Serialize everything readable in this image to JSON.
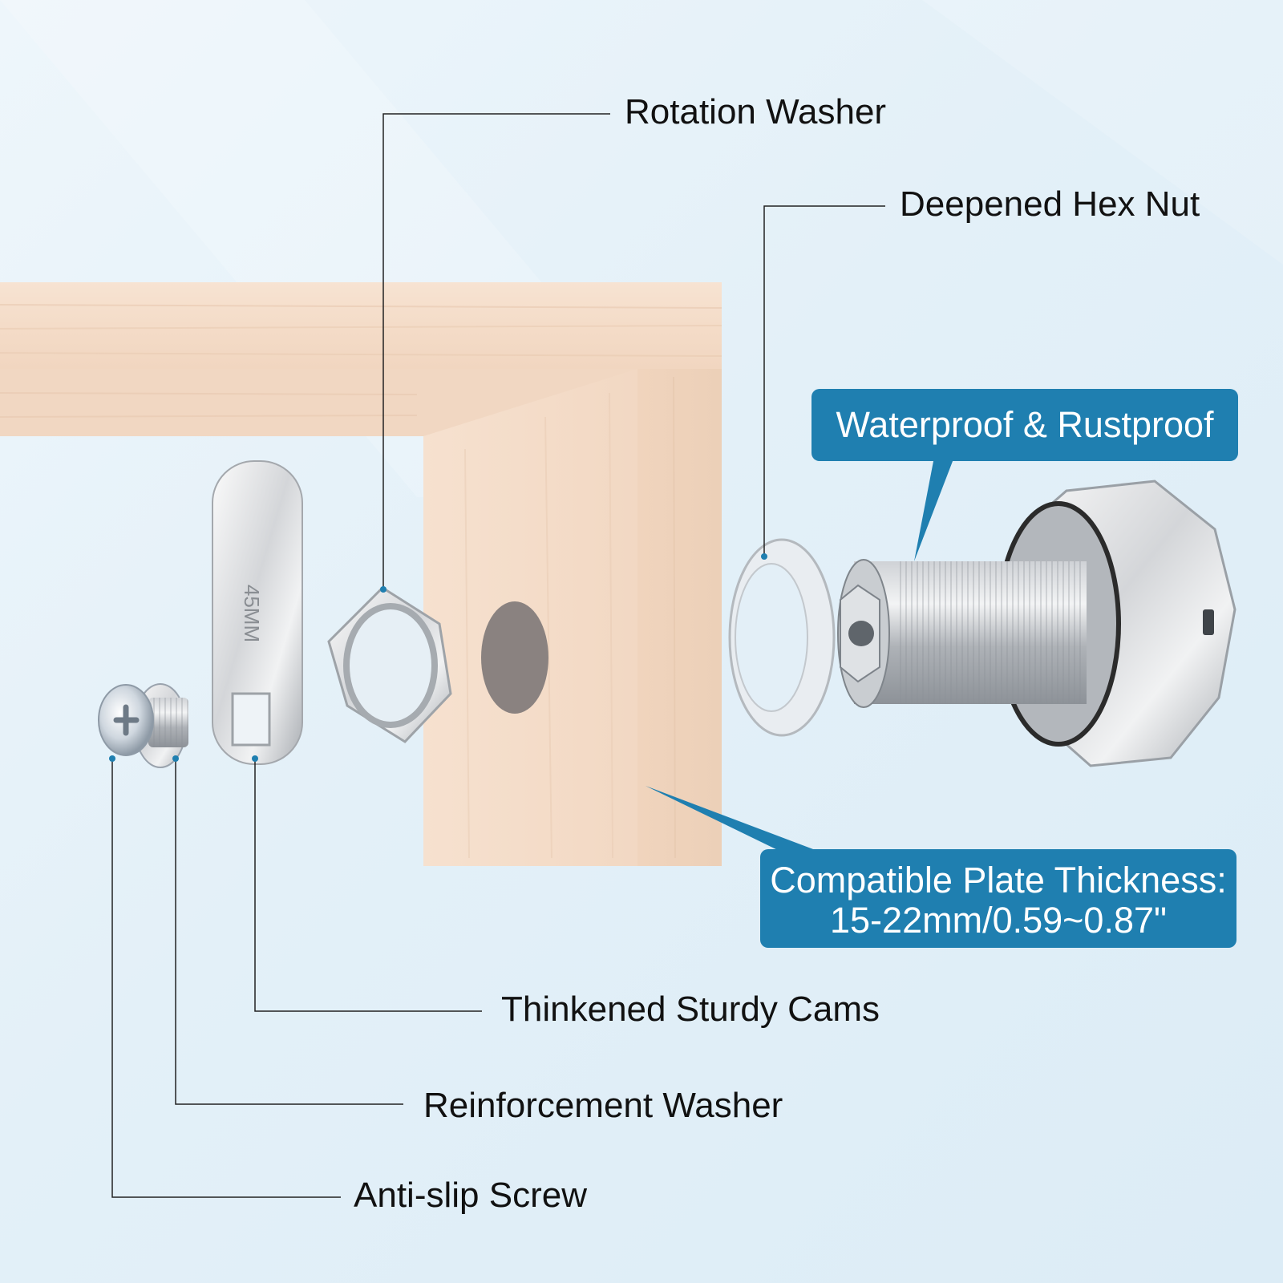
{
  "labels": {
    "rotation_washer": "Rotation Washer",
    "deepened_hex_nut": "Deepened Hex Nut",
    "thickened_cams": "Thinkened Sturdy Cams",
    "reinforcement_washer": "Reinforcement Washer",
    "anti_slip_screw": "Anti-slip Screw"
  },
  "callouts": {
    "waterproof": "Waterproof & Rustproof",
    "plate_line1": "Compatible Plate Thickness:",
    "plate_line2": "15-22mm/0.59~0.87\""
  },
  "cam_marking": "45MM",
  "colors": {
    "callout_blue": "#1f7fb0",
    "dot_blue": "#1f7fb0",
    "wood": "#f3dcc6",
    "leader_line": "#222222"
  }
}
